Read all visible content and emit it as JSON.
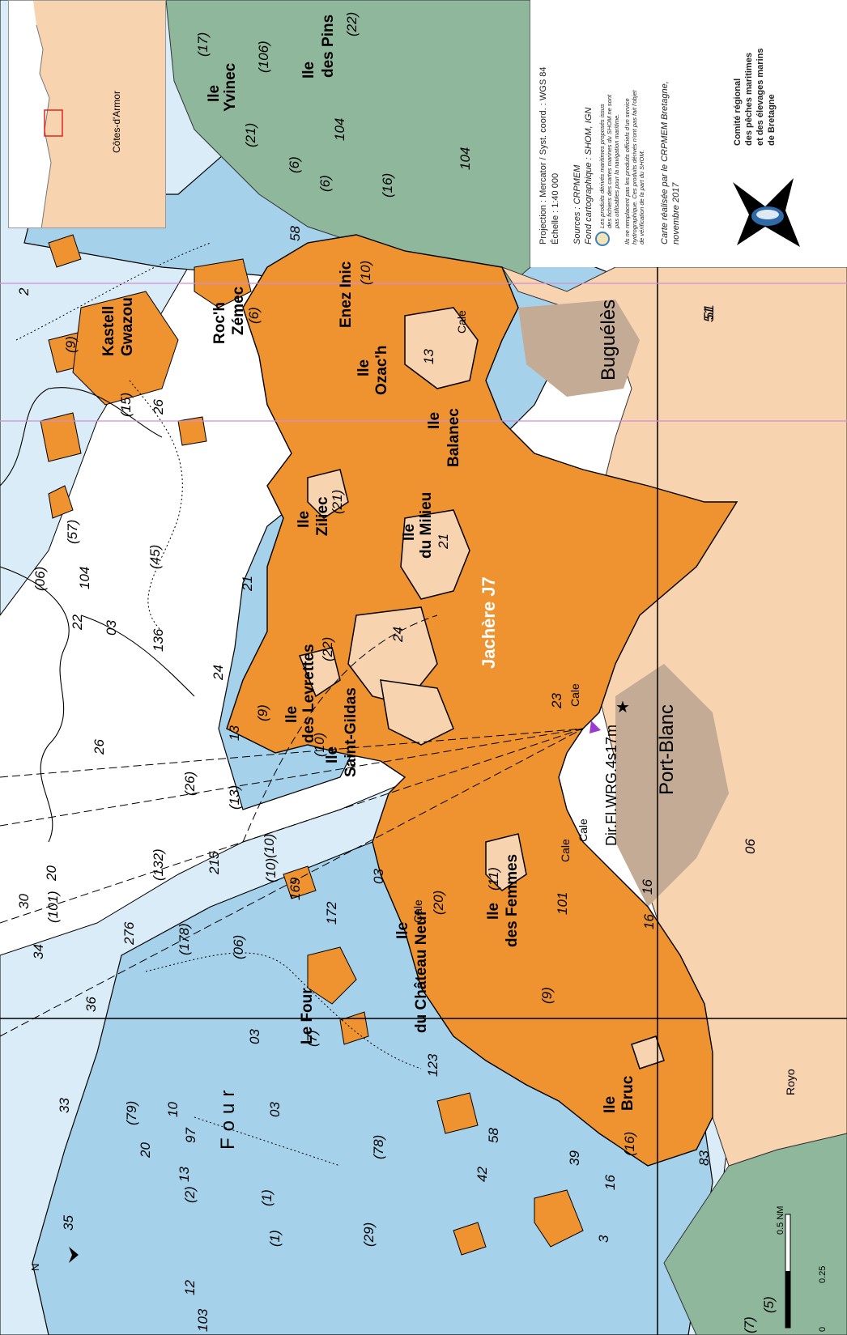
{
  "map": {
    "north_label": "N",
    "label_35": "35",
    "overlay_label": "Jachère J7",
    "place_names": {
      "ile_yvinec_1": "Ile",
      "ile_yvinec_2": "Yvinec",
      "ile_des_pins_1": "Ile",
      "ile_des_pins_2": "des Pins",
      "kastell_1": "Kastell",
      "kastell_2": "Gwazou",
      "roch_1": "Roc'h",
      "roch_2": "Zémec",
      "enez_inic": "Enez Inic",
      "ozach_1": "Ile",
      "ozach_2": "Ozac'h",
      "balanec_1": "Ile",
      "balanec_2": "Balanec",
      "milieu_1": "Ile",
      "milieu_2": "du Milieu",
      "ziliec_1": "Ile",
      "ziliec_2": "Ziliec",
      "levrettes_1": "Ile",
      "levrettes_2": "des Levrettes",
      "gildas_1": "Ile",
      "gildas_2": "Saint-Gildas",
      "chateau_1": "Ile",
      "chateau_2": "du Château Neuf",
      "femmes_1": "Ile",
      "femmes_2": "des Femmes",
      "bruc_1": "Ile",
      "bruc_2": "Bruc",
      "le_four": "Le Four",
      "four_channel": "Four",
      "buguelès": "Buguélès",
      "port_blanc": "Port-Blanc",
      "light": "Dir.Fl.WRG.4s17m",
      "cale_1": "Cale",
      "cale_2": "Cale",
      "cale_3": "Cale",
      "cale_4": "Cale",
      "cale_5": "Cale",
      "roc_royo": "Royo"
    },
    "depths": [
      "(17)",
      "(106)",
      "(22)",
      "(21)",
      "(6)",
      "(6)",
      "104",
      "104",
      "(16)",
      "58",
      "(10)",
      "(6)",
      "(9)",
      "(15)",
      "26",
      "2",
      "(21)",
      "(57)",
      "(06)",
      "22",
      "104",
      "(45)",
      "03",
      "136",
      "(22)",
      "(9)",
      "(10)",
      "(10)",
      "26",
      "(26)",
      "(13)",
      "34",
      "30",
      "20",
      "(101)",
      "(132)",
      "215",
      "(10)",
      "169",
      "276",
      "(178)",
      "36",
      "172",
      "(7)",
      "(06)",
      "03",
      "03",
      "97",
      "(79)",
      "20",
      "33",
      "10",
      "(2)",
      "13",
      "12",
      "103",
      "(1)",
      "(29)",
      "(20)",
      "(11)",
      "101",
      "(9)",
      "(16)",
      "58",
      "03",
      "123",
      "(78)",
      "42",
      "39",
      "16",
      "83",
      "(5)",
      "(7)",
      "21",
      "24",
      "23",
      "13",
      "16",
      "51",
      "06",
      "(1)",
      "3"
    ],
    "land_numbers": {
      "n13": "13",
      "n21": "21",
      "n24": "24",
      "n51": "51",
      "n16": "16"
    }
  },
  "inset": {
    "label": "Côtes-d'Armor"
  },
  "info": {
    "projection": "Projection : Mercator / Syst. coord. : WGS 84",
    "scale": "Échelle : 1:40 000",
    "sources": "Sources : CRPMEM",
    "fond": "Fond cartographique : SHOM, IGN",
    "disclaimer_1": "Les produits dérivés maritimes proposés issus",
    "disclaimer_2": "des fichiers des cartes marines du SHOM ne sont",
    "disclaimer_3": "pas utilisables pour la navigation maritime.",
    "disclaimer_4": "Ils ne remplacent pas les produits officiels d'un service",
    "disclaimer_5": "hydrographique. Ces produits dérivés n'ont pas fait l'objet",
    "disclaimer_6": "de vérification de la part du SHOM.",
    "made_by": "Carte réalisée par le CRPMEM Bretagne,",
    "date": "novembre 2017",
    "org_1": "Comité régional",
    "org_2": "des pêches maritimes",
    "org_3": "et des élevages marins",
    "org_4": "de Bretagne"
  },
  "scalebar": {
    "zero": "0",
    "quarter": "0.25",
    "half": "0.5 NM"
  },
  "colors": {
    "sea_deep": "#ffffff",
    "sea_shallow": "#d9ecf7",
    "sea_intertidal": "#a6d1ea",
    "zone_orange": "#ee9330",
    "land": "#f8d3b0",
    "vegetation": "#8fb79c",
    "urban": "#c4ab95"
  }
}
